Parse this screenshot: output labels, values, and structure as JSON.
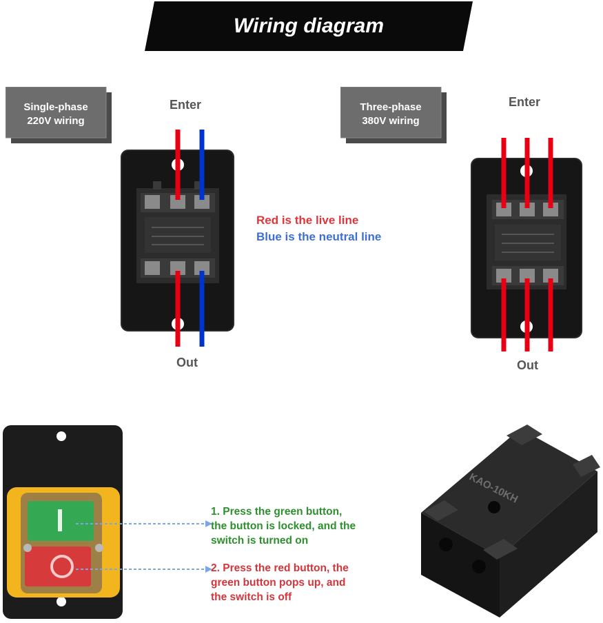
{
  "title": "Wiring diagram",
  "single_phase": {
    "tag_line1": "Single-phase",
    "tag_line2": "220V wiring",
    "enter_label": "Enter",
    "out_label": "Out"
  },
  "three_phase": {
    "tag_line1": "Three-phase",
    "tag_line2": "380V wiring",
    "enter_label": "Enter",
    "out_label": "Out"
  },
  "legend": {
    "red_line": "Red is the live line",
    "blue_line": "Blue is the neutral line"
  },
  "instructions": {
    "green": [
      "1. Press the green button,",
      "the button is locked, and the",
      "switch is turned on"
    ],
    "red": [
      "2. Press the red button, the",
      "green button pops up, and",
      "the switch is off"
    ]
  },
  "box_brand": "KAO-10KH",
  "colors": {
    "live": "#e60012",
    "neutral": "#0033cc",
    "green_text": "#2e8f2e",
    "red_text": "#d2353a",
    "arrow": "#7aa6e6"
  }
}
